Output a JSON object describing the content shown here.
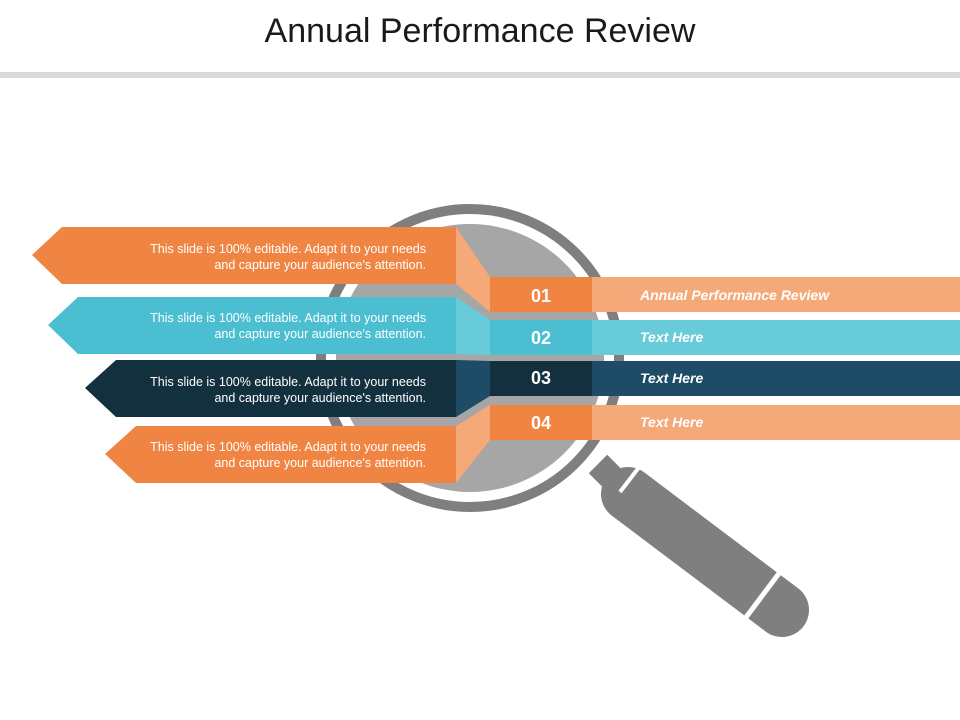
{
  "title": "Annual Performance Review",
  "colors": {
    "orange": "#f08543",
    "orange_light": "#f5a878",
    "teal": "#4bbfd1",
    "teal_light": "#67cbda",
    "navy": "#13303f",
    "navy_light": "#1e4b66",
    "gray": "#7f7f7f",
    "lens": "#a6a6a6"
  },
  "icons": [
    "magnifying-glass-icon"
  ],
  "items": [
    {
      "number": "01",
      "label": "Annual Performance Review",
      "text": "This slide is 100% editable. Adapt it to your needs and capture your audience's attention."
    },
    {
      "number": "02",
      "label": "Text Here",
      "text": "This slide is 100% editable. Adapt it to your needs and capture your audience's attention."
    },
    {
      "number": "03",
      "label": "Text Here",
      "text": "This slide is 100% editable. Adapt it to your needs and capture your audience's attention."
    },
    {
      "number": "04",
      "label": "Text Here",
      "text": "This slide is 100% editable. Adapt it to your needs and capture your audience's attention."
    }
  ]
}
